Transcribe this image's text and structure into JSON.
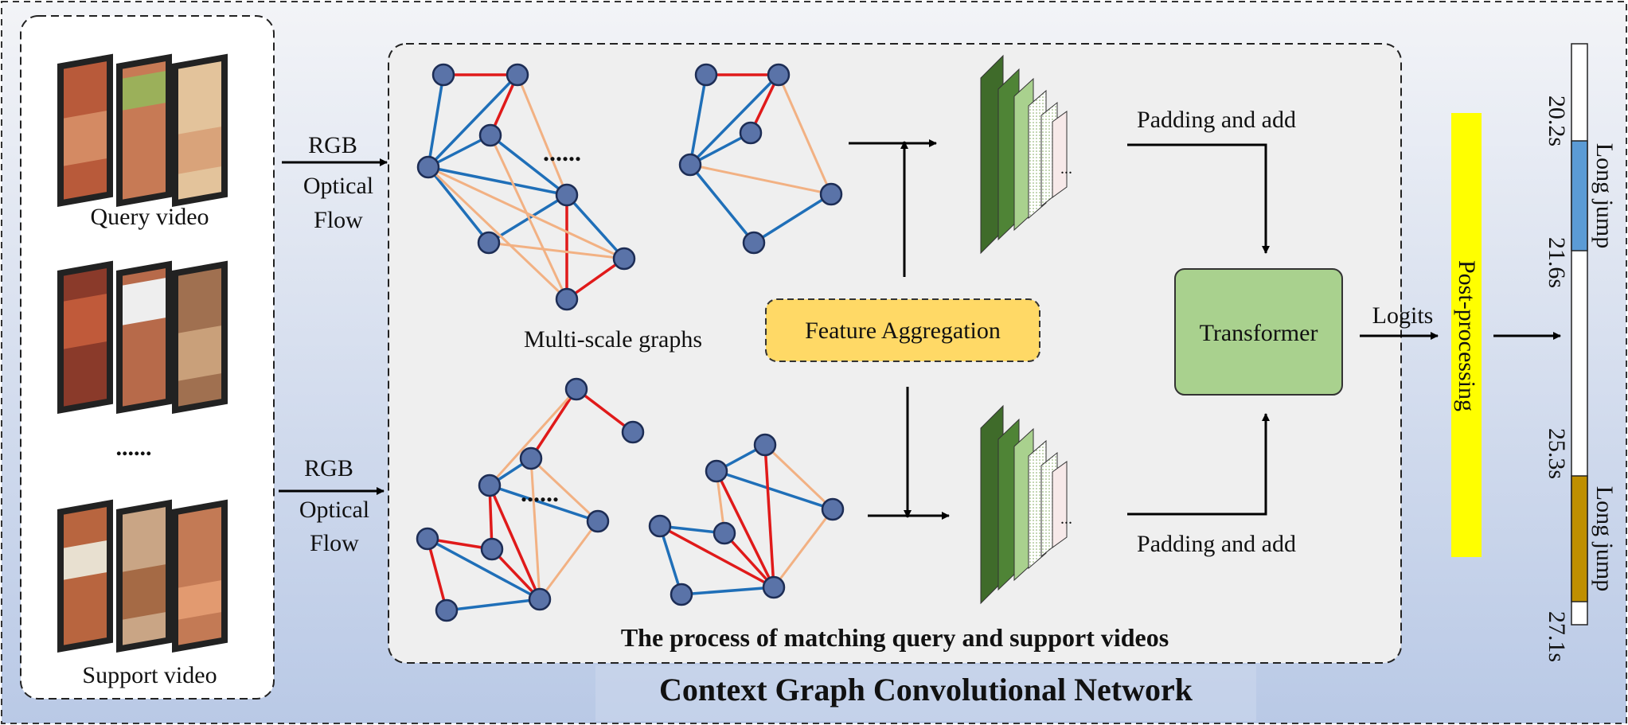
{
  "diagram": {
    "main_title": "Context Graph Convolutional Network",
    "process_title": "The process of matching query and support videos",
    "query_label": "Query video",
    "support_label": "Support video",
    "video_ellipsis": "......",
    "graph_ellipsis": "......",
    "input_labels": {
      "top": [
        "RGB",
        "Optical",
        "Flow"
      ],
      "bottom": [
        "RGB",
        "Optical",
        "Flow"
      ]
    },
    "multiscale_label": "Multi-scale graphs",
    "feature_aggregation": "Feature Aggregation",
    "padding_top": "Padding and add",
    "padding_bottom": "Padding and add",
    "feature_dots": "...",
    "transformer": "Transformer",
    "logits": "Logits",
    "post_processing": "Post-processing",
    "timeline": {
      "times": [
        "20.2s",
        "21.6s",
        "25.3s",
        "27.1s"
      ],
      "segments": [
        {
          "label": "Long jump",
          "color": "#5b9bd5"
        },
        {
          "label": "Long jump",
          "color": "#bf8f00"
        }
      ]
    },
    "colors": {
      "node": "#5a73a8",
      "edge_blue": "#1f6fb8",
      "edge_red": "#e01a1a",
      "edge_orange": "#f2b183",
      "query_text": "#e01a1a",
      "support_text": "#2f4f8f",
      "feature_agg_fill": "#ffd966",
      "transformer_fill": "#a9d18e",
      "post_fill": "#ffff00"
    }
  }
}
